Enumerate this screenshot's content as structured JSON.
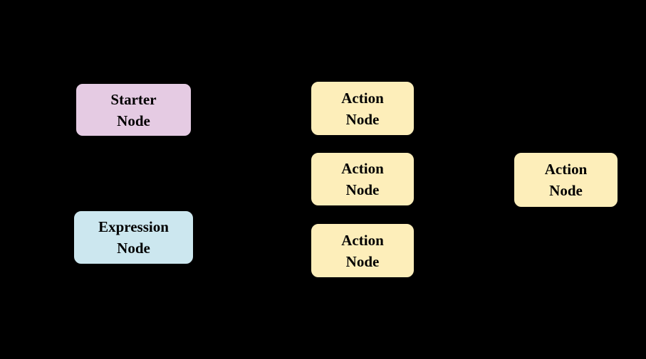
{
  "background": "#000000",
  "colors": {
    "starter_fill": "#e5cbe3",
    "expression_fill": "#cce7ef",
    "action_fill": "#fdeeba",
    "node_border": "#000000",
    "text": "#000000",
    "port": "#000000"
  },
  "nodes": {
    "starter": {
      "line1": "Starter",
      "line2": "Node"
    },
    "action1": {
      "line1": "Action",
      "line2": "Node"
    },
    "action2": {
      "line1": "Action",
      "line2": "Node"
    },
    "action3": {
      "line1": "Action",
      "line2": "Node"
    },
    "expression": {
      "line1": "Expression",
      "line2": "Node"
    },
    "action4": {
      "line1": "Action",
      "line2": "Node"
    }
  },
  "ports": [
    {
      "node": "starter",
      "side": "bottom"
    },
    {
      "node": "expression",
      "side": "top"
    },
    {
      "node": "expression",
      "side": "right"
    },
    {
      "node": "action1",
      "side": "right"
    },
    {
      "node": "action2",
      "side": "right"
    },
    {
      "node": "action3",
      "side": "right"
    }
  ]
}
